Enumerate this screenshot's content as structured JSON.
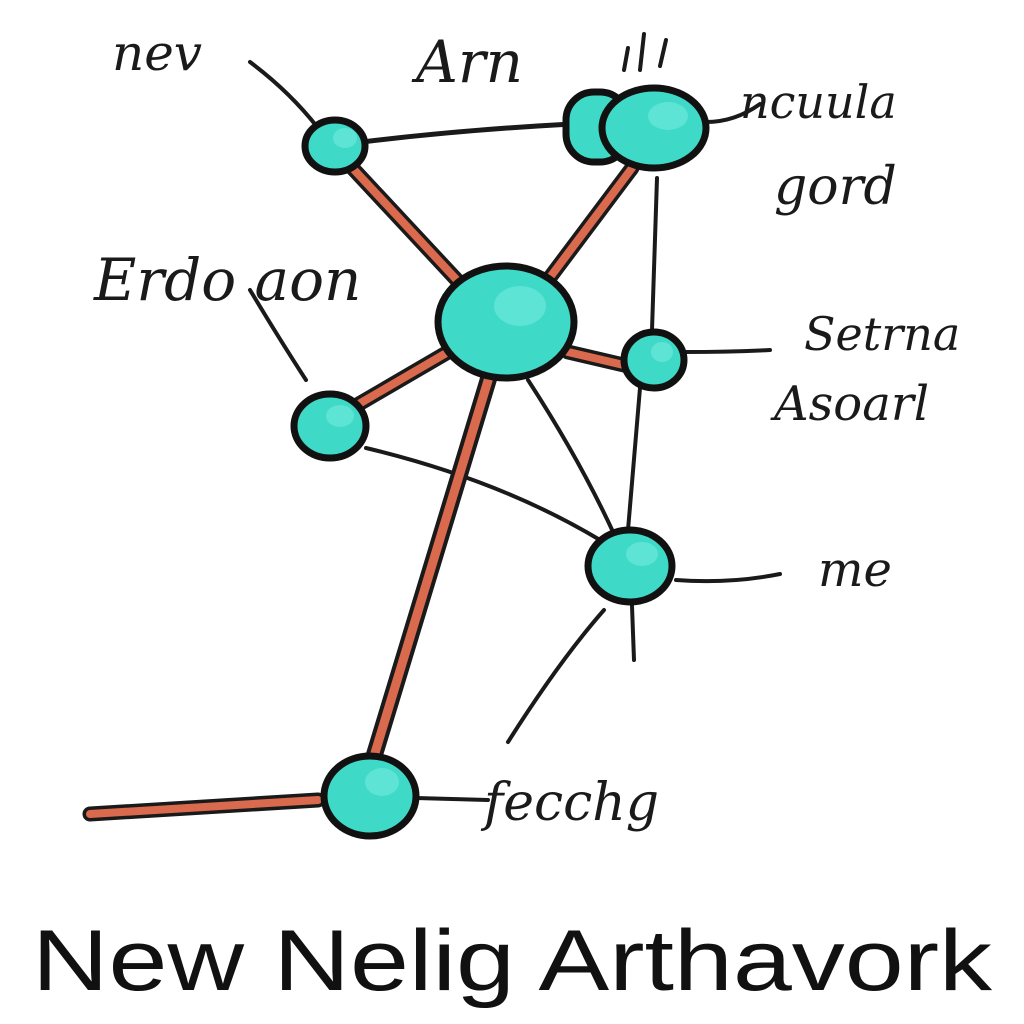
{
  "title": "New Nelig Arthavork",
  "labels": {
    "top_left": "nev",
    "top_center": "Arn",
    "top_right_1": "ncuula",
    "top_right_2": "gord",
    "left": "Erdo aon",
    "right_1": "Setrna",
    "right_2": "Asoarl",
    "right_3": "me",
    "bottom": "fecchg"
  },
  "colors": {
    "node_fill": "#3fd9c8",
    "node_outline": "#111111",
    "strong_edge": "#d96a4e",
    "thin_edge": "#1a1a1a",
    "background": "#ffffff"
  }
}
